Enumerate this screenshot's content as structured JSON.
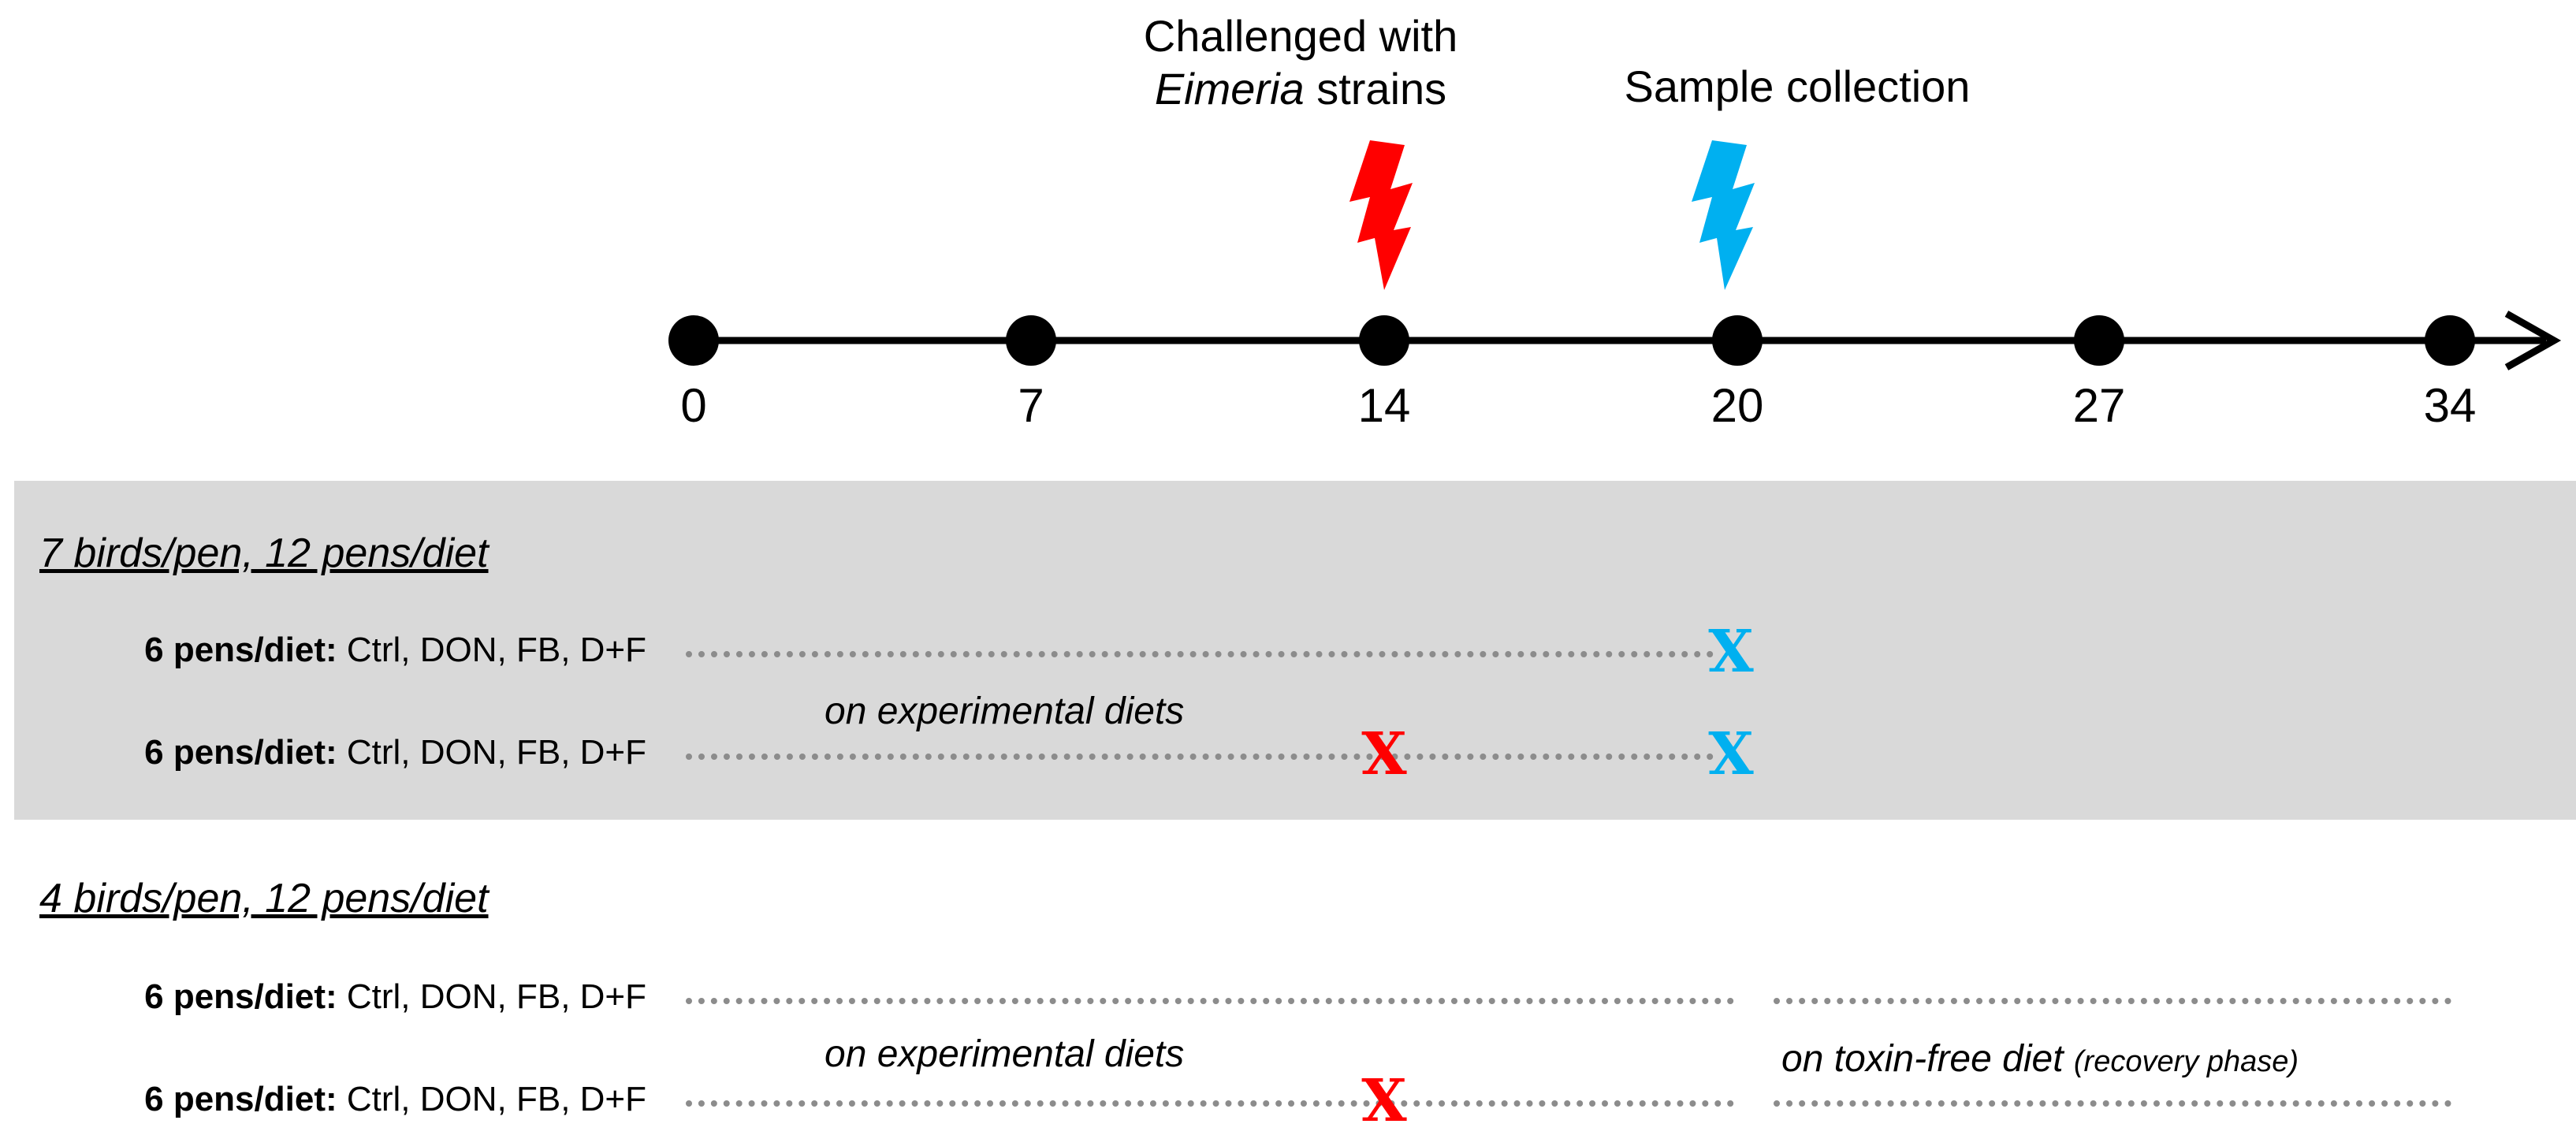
{
  "timeline": {
    "days": [
      "0",
      "7",
      "14",
      "20",
      "27",
      "34"
    ],
    "line_color": "#000000"
  },
  "events": {
    "challenge": {
      "line1": "Challenged  with",
      "line2_italic": "Eimeria",
      "line2_rest": " strains",
      "color": "#ff0000",
      "icon": "lightning-bolt-icon"
    },
    "sampling": {
      "label": "Sample  collection",
      "color": "#00b0f0",
      "icon": "lightning-bolt-icon"
    }
  },
  "groups": [
    {
      "heading": "7 birds/pen, 12 pens/diet",
      "rows": [
        {
          "bold": "6 pens/diet:",
          "text": " Ctrl, DON, FB, D+F",
          "marks": [
            "X"
          ]
        },
        {
          "bold": "6 pens/diet:",
          "text": " Ctrl, DON, FB, D+F",
          "marks": [
            "X",
            "X"
          ]
        }
      ],
      "phase": "on experimental diets"
    },
    {
      "heading": "4 birds/pen, 12 pens/diet",
      "rows": [
        {
          "bold": "6 pens/diet:",
          "text": " Ctrl, DON, FB, D+F",
          "marks": []
        },
        {
          "bold": "6 pens/diet:",
          "text": " Ctrl, DON, FB, D+F",
          "marks": [
            "X"
          ]
        }
      ],
      "phase": "on experimental diets",
      "recovery_phase": "on toxin-free diet",
      "recovery_note": "(recovery phase)"
    }
  ],
  "colors": {
    "panel_bg": "#d9d9d9",
    "dotted_line": "#8c8c8c",
    "challenge_x": "#ff0000",
    "sample_x": "#00b0f0"
  }
}
